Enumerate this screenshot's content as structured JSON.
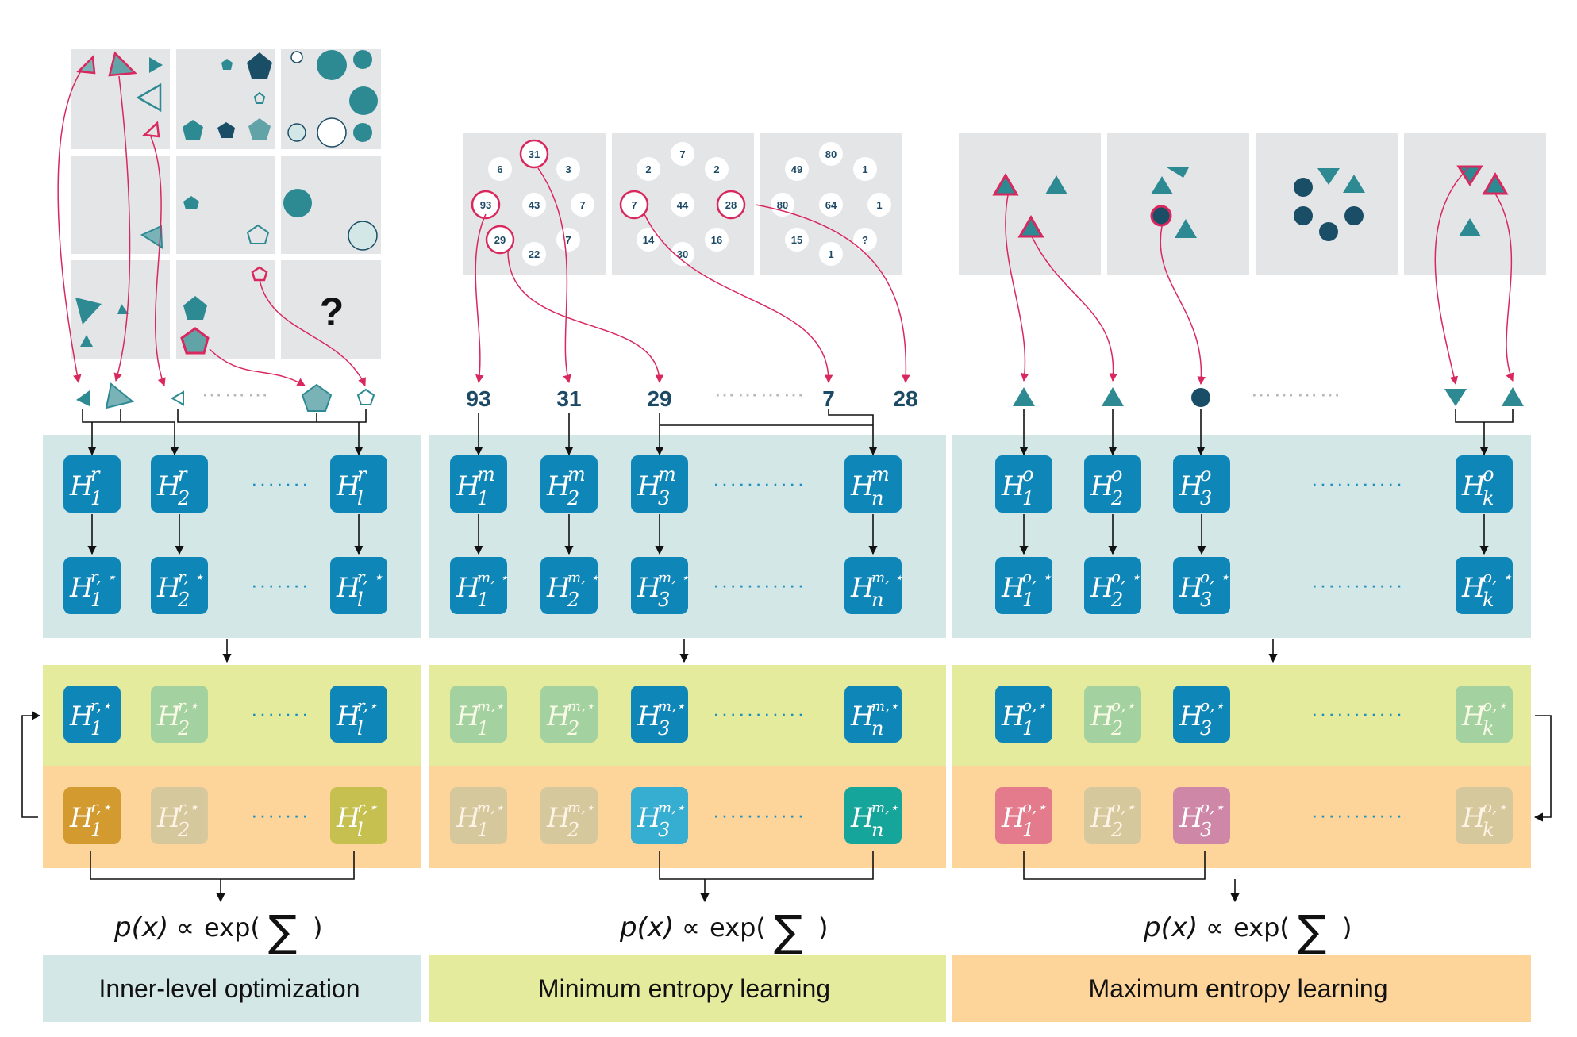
{
  "numbers_row": [
    "93",
    "31",
    "29",
    "7",
    "28"
  ],
  "number_grid_1": [
    "31",
    "6",
    "3",
    "93",
    "43",
    "7",
    "29",
    "7",
    "22"
  ],
  "number_grid_2": [
    "7",
    "2",
    "2",
    "7",
    "44",
    "28",
    "14",
    "16",
    "30"
  ],
  "number_grid_3": [
    "80",
    "49",
    "1",
    "80",
    "64",
    "1",
    "15",
    "?",
    "1"
  ],
  "question_mark": "?",
  "formula": {
    "left": "p(x)",
    "prop": "∝",
    "fn": "exp(",
    "sum": "∑",
    "close": ")"
  },
  "captions": {
    "inner": "Inner-level optimization",
    "min": "Minimum entropy learning",
    "max": "Maximum entropy learning"
  },
  "colors": {
    "panel_teal": "#d3e7e6",
    "panel_yellow": "#e5eb9d",
    "panel_orange": "#fdd499",
    "node_blue": "#0f86b8",
    "accent_pink": "#d8285e",
    "shape_teal": "#2d8a93",
    "shape_dark": "#1a4d66"
  },
  "nodes": {
    "r": {
      "sup": "r",
      "sup_star": "r, ⋆",
      "sup_tight": "r,⋆",
      "subs": [
        "1",
        "2",
        "l"
      ]
    },
    "m": {
      "sup": "m",
      "sup_star": "m, ⋆",
      "sup_tight": "m,⋆",
      "subs": [
        "1",
        "2",
        "3",
        "n"
      ]
    },
    "o": {
      "sup": "o",
      "sup_star": "o, ⋆",
      "sup_tight": "o,⋆",
      "subs": [
        "1",
        "2",
        "3",
        "k"
      ]
    }
  }
}
